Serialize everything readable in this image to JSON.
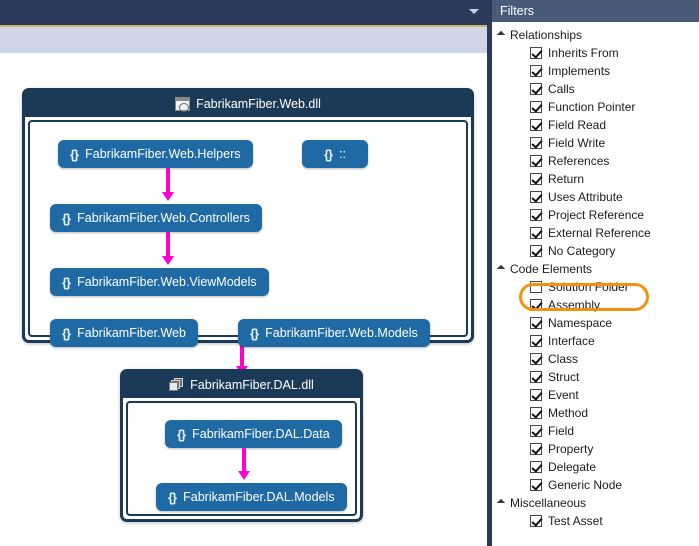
{
  "toolbar": {
    "chevron_icon": "chevron-down-icon"
  },
  "diagram": {
    "groups": [
      {
        "title": "FabrikamFiber.Web.dll",
        "icon": "assembly-web-icon",
        "nodes": [
          {
            "label": "FabrikamFiber.Web.Helpers",
            "icon": "namespace-icon"
          },
          {
            "label": "::",
            "icon": "namespace-icon"
          },
          {
            "label": "FabrikamFiber.Web.Controllers",
            "icon": "namespace-icon"
          },
          {
            "label": "FabrikamFiber.Web.ViewModels",
            "icon": "namespace-icon"
          },
          {
            "label": "FabrikamFiber.Web",
            "icon": "namespace-icon"
          },
          {
            "label": "FabrikamFiber.Web.Models",
            "icon": "namespace-icon"
          }
        ]
      },
      {
        "title": "FabrikamFiber.DAL.dll",
        "icon": "assembly-dal-icon",
        "nodes": [
          {
            "label": "FabrikamFiber.DAL.Data",
            "icon": "namespace-icon"
          },
          {
            "label": "FabrikamFiber.DAL.Models",
            "icon": "namespace-icon"
          }
        ]
      }
    ],
    "edge_color": "#ff00d4",
    "node_color": "#1f6aa5",
    "group_color": "#1b3a57"
  },
  "filters": {
    "title": "Filters",
    "highlight_color": "#f29111",
    "highlighted_item": "Solution Folder",
    "groups": [
      {
        "label": "Relationships",
        "expanded": true,
        "items": [
          {
            "label": "Inherits From",
            "checked": true
          },
          {
            "label": "Implements",
            "checked": true
          },
          {
            "label": "Calls",
            "checked": true
          },
          {
            "label": "Function Pointer",
            "checked": true
          },
          {
            "label": "Field Read",
            "checked": true
          },
          {
            "label": "Field Write",
            "checked": true
          },
          {
            "label": "References",
            "checked": true
          },
          {
            "label": "Return",
            "checked": true
          },
          {
            "label": "Uses Attribute",
            "checked": true
          },
          {
            "label": "Project Reference",
            "checked": true
          },
          {
            "label": "External Reference",
            "checked": true
          },
          {
            "label": "No Category",
            "checked": true
          }
        ]
      },
      {
        "label": "Code Elements",
        "expanded": true,
        "items": [
          {
            "label": "Solution Folder",
            "checked": false
          },
          {
            "label": "Assembly",
            "checked": true
          },
          {
            "label": "Namespace",
            "checked": true
          },
          {
            "label": "Interface",
            "checked": true
          },
          {
            "label": "Class",
            "checked": true
          },
          {
            "label": "Struct",
            "checked": true
          },
          {
            "label": "Event",
            "checked": true
          },
          {
            "label": "Method",
            "checked": true
          },
          {
            "label": "Field",
            "checked": true
          },
          {
            "label": "Property",
            "checked": true
          },
          {
            "label": "Delegate",
            "checked": true
          },
          {
            "label": "Generic Node",
            "checked": true
          }
        ]
      },
      {
        "label": "Miscellaneous",
        "expanded": true,
        "items": [
          {
            "label": "Test Asset",
            "checked": true
          }
        ]
      }
    ]
  }
}
